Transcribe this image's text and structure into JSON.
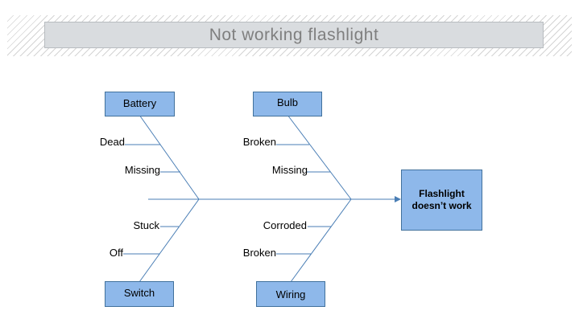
{
  "title": "Not working flashlight",
  "effect": "Flashlight doesn’t work",
  "categories": {
    "battery": {
      "label": "Battery",
      "causes": [
        "Dead",
        "Missing"
      ]
    },
    "bulb": {
      "label": "Bulb",
      "causes": [
        "Broken",
        "Missing"
      ]
    },
    "switch": {
      "label": "Switch",
      "causes": [
        "Stuck",
        "Off"
      ]
    },
    "wiring": {
      "label": "Wiring",
      "causes": [
        "Corroded",
        "Broken"
      ]
    }
  },
  "colors": {
    "box_fill": "#8eb8ea",
    "box_border": "#41719c",
    "line": "#4a7eb5",
    "title_fill": "#d9dcdf",
    "title_text": "#7f7f7f"
  }
}
